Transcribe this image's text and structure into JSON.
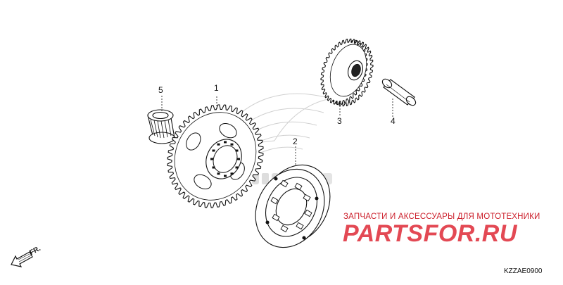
{
  "callouts": {
    "starter_driven_gear": "1",
    "starter_clutch": "2",
    "idle_gear": "3",
    "idle_gear_shaft": "4",
    "needle_bearing": "5"
  },
  "watermark": {
    "tagline": "ЗАПЧАСТИ И АКСЕССУАРЫ ДЛЯ МОТОТЕХНИКИ",
    "brand": "PARTSFOR.RU",
    "color": "#e0313d"
  },
  "direction_label": "FR.",
  "diagram_code": "KZZAE0900",
  "colors": {
    "line": "#111111",
    "logo": "#d4d4d4"
  }
}
